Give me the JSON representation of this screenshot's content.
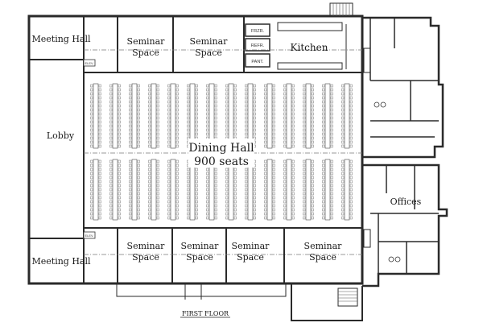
{
  "plan": {
    "floor_label": "FIRST FLOOR",
    "rooms": {
      "meeting_hall_top": "Meeting Hall",
      "meeting_hall_bottom": "Meeting Hall",
      "lobby": "Lobby",
      "dining_hall": "Dining Hall",
      "dining_seats": "900 seats",
      "kitchen": "Kitchen",
      "offices": "Offices",
      "seminar_word": "Seminar",
      "space_word": "Space",
      "frzr": "FRZR.",
      "refr": "REFR.",
      "pant": "PANT.",
      "elev": "ELEV."
    }
  },
  "colors": {
    "ink": "#2a2a2a",
    "paper": "#ffffff"
  }
}
